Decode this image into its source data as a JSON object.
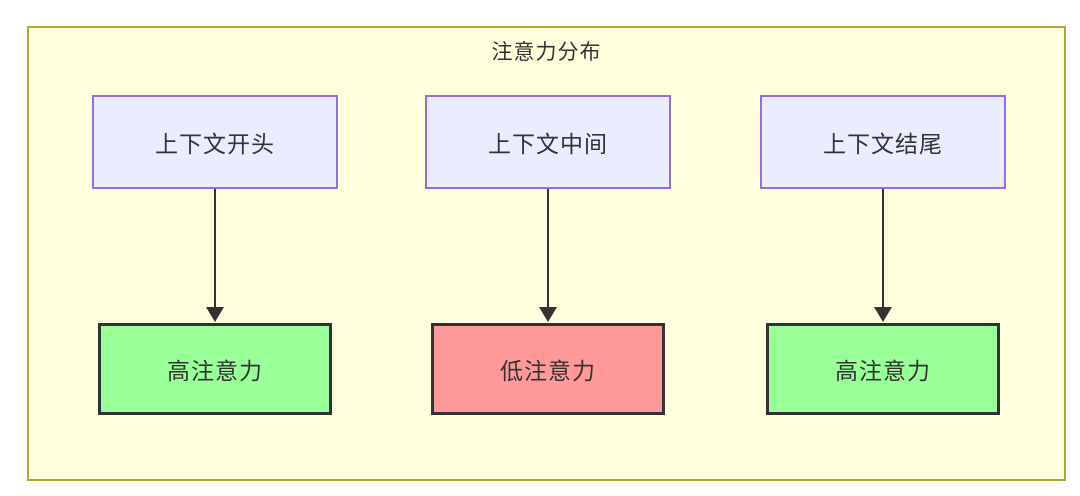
{
  "diagram": {
    "title": "注意力分布",
    "columns": [
      {
        "source": "上下文开头",
        "target": "高注意力",
        "level": "high"
      },
      {
        "source": "上下文中间",
        "target": "低注意力",
        "level": "low"
      },
      {
        "source": "上下文结尾",
        "target": "高注意力",
        "level": "high"
      }
    ],
    "colors": {
      "container_bg": "#ffffde",
      "container_border": "#aaaa33",
      "source_node_bg": "#ececff",
      "source_node_border": "#9370db",
      "high_attention_bg": "#99ff99",
      "low_attention_bg": "#ff9999",
      "attention_node_border": "#333333",
      "arrow": "#333333",
      "text": "#333333"
    }
  }
}
